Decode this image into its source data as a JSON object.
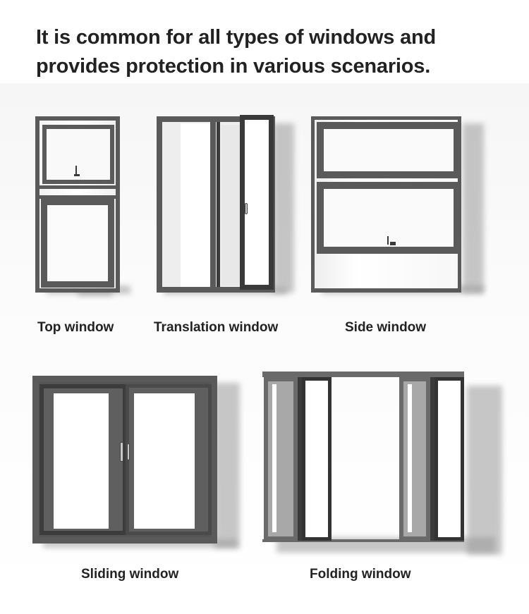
{
  "headline": {
    "line1": "It is common for all types of windows and",
    "line2": "provides protection in various scenarios."
  },
  "windows": [
    {
      "id": "top",
      "label": "Top window"
    },
    {
      "id": "translation",
      "label": "Translation window"
    },
    {
      "id": "side",
      "label": "Side window"
    },
    {
      "id": "sliding",
      "label": "Sliding window"
    },
    {
      "id": "folding",
      "label": "Folding window"
    }
  ],
  "colors": {
    "frame": "#5a5a5a",
    "frame_dark": "#3a3a3a",
    "text": "#222222",
    "shadow": "#9a9a9a"
  }
}
